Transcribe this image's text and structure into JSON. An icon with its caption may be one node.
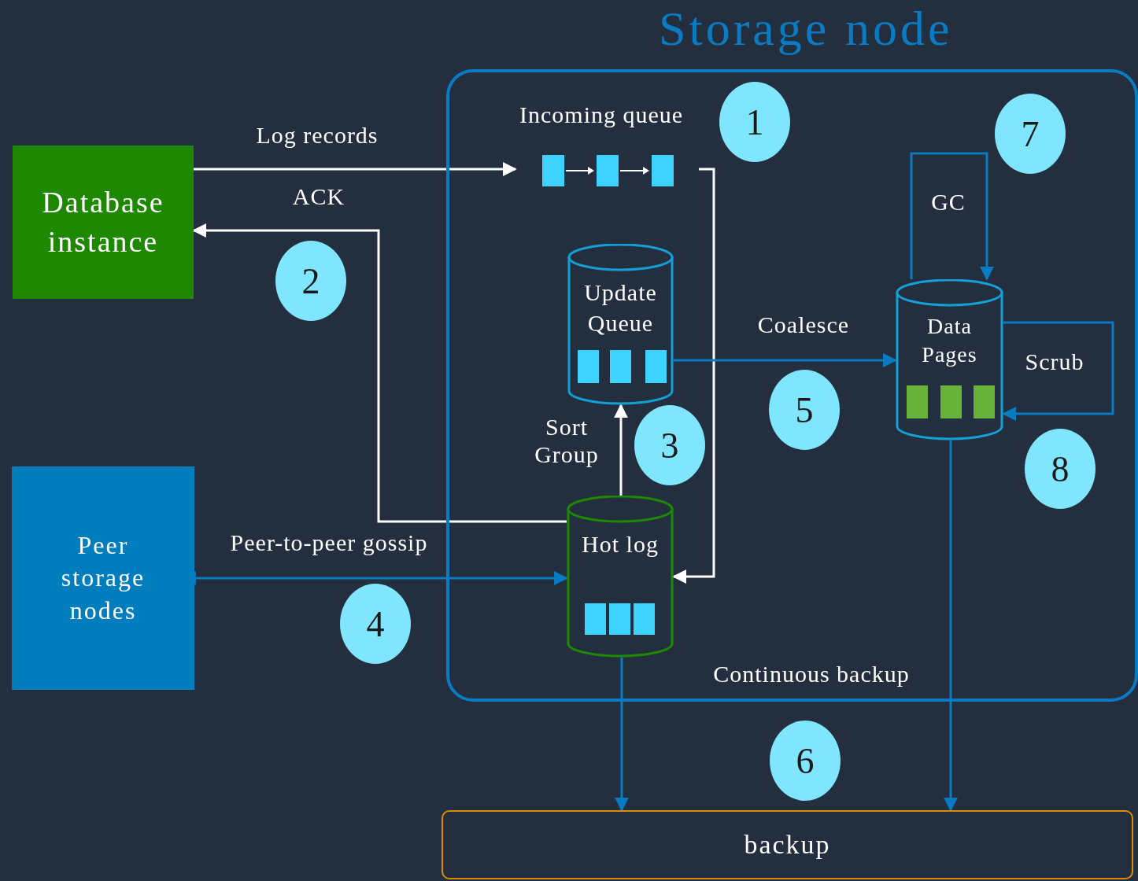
{
  "diagram": {
    "nodes": [
      {
        "text": [
          "Storage node"
        ]
      },
      {
        "text": [
          "Database instance"
        ]
      },
      {
        "text": [
          "Incoming queue"
        ],
        "in": 0
      },
      {
        "text": [
          "1"
        ],
        "in": 0
      },
      {
        "text": [
          "7"
        ],
        "in": 0
      },
      {
        "text": [
          "Update Queue"
        ],
        "in": 0
      },
      {
        "text": [
          "Data Pages"
        ],
        "in": 0
      },
      {
        "text": [
          "2"
        ]
      },
      {
        "text": [
          "3"
        ],
        "in": 0
      },
      {
        "text": [
          "5"
        ],
        "in": 0
      },
      {
        "text": [
          "8"
        ],
        "in": 0
      },
      {
        "text": [
          "Peer storage nodes"
        ]
      },
      {
        "text": [
          "Hot log"
        ],
        "in": 0
      },
      {
        "text": [
          "4"
        ]
      },
      {
        "text": [
          "6"
        ]
      },
      {
        "text": [
          "backup"
        ]
      }
    ],
    "edges": [
      {
        "from": 1,
        "to": 2,
        "arrow": "to",
        "label": "Log records",
        "color": "#ffffff"
      },
      {
        "from": 12,
        "to": 1,
        "arrow": "to",
        "label": "ACK",
        "color": "#ffffff"
      },
      {
        "from": 2,
        "to": 12,
        "arrow": "to",
        "color": "#ffffff"
      },
      {
        "from": 12,
        "to": 5,
        "arrow": "to",
        "label": "Sort Group",
        "color": "#ffffff"
      },
      {
        "from": 5,
        "to": 6,
        "arrow": "to",
        "label": "Coalesce"
      },
      {
        "from": 11,
        "to": 12,
        "arrow": "both",
        "label": "Peer-to-peer gossip"
      },
      {
        "from": 6,
        "to": 6,
        "arrow": "to",
        "label": "GC"
      },
      {
        "from": 6,
        "to": 6,
        "arrow": "to",
        "label": "Scrub"
      },
      {
        "from": 12,
        "to": 15,
        "arrow": "to",
        "label": "Continuous backup"
      },
      {
        "from": 6,
        "to": 15,
        "arrow": "to"
      }
    ]
  }
}
